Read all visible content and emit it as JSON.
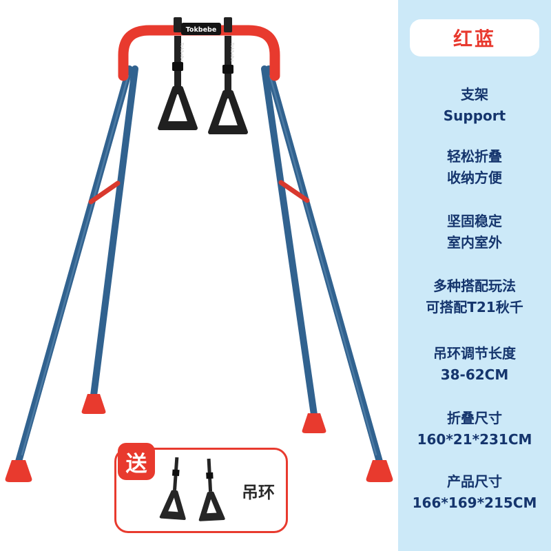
{
  "product": {
    "brand": "Tokbebe"
  },
  "panel": {
    "variant": "红蓝",
    "features": [
      {
        "line1": "支架",
        "line2": "Support"
      },
      {
        "line1": "轻松折叠",
        "line2": "收纳方便"
      },
      {
        "line1": "坚固稳定",
        "line2": "室内室外"
      },
      {
        "line1": "多种搭配玩法",
        "line2": "可搭配T21秋千"
      },
      {
        "line1": "吊环调节长度",
        "line2": "38-62CM"
      },
      {
        "line1": "折叠尺寸",
        "line2": "160*21*231CM"
      },
      {
        "line1": "产品尺寸",
        "line2": "166*169*215CM"
      }
    ]
  },
  "gift": {
    "badge": "送",
    "label": "吊环"
  },
  "colors": {
    "accent_red": "#e8392e",
    "frame_blue": "#31628f",
    "panel_bg": "#cce9f8",
    "text_navy": "#15356d"
  }
}
